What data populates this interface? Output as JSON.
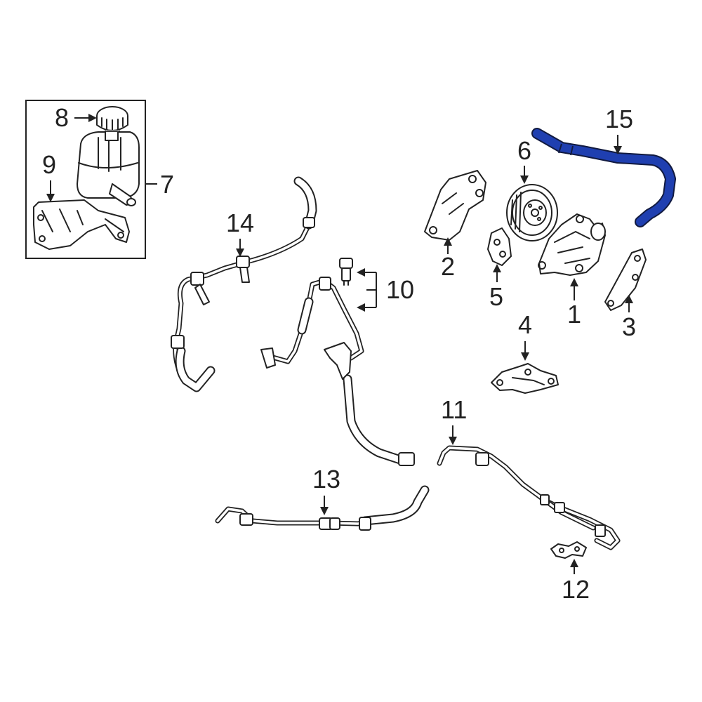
{
  "diagram": {
    "callouts": {
      "c1": "1",
      "c2": "2",
      "c3": "3",
      "c4": "4",
      "c5": "5",
      "c6": "6",
      "c7": "7",
      "c8": "8",
      "c9": "9",
      "c10": "10",
      "c11": "11",
      "c12": "12",
      "c13": "13",
      "c14": "14",
      "c15": "15"
    },
    "highlight_color": "#1f3fb0",
    "line_color": "#222222",
    "background": "#ffffff",
    "highlighted_part": "15"
  }
}
